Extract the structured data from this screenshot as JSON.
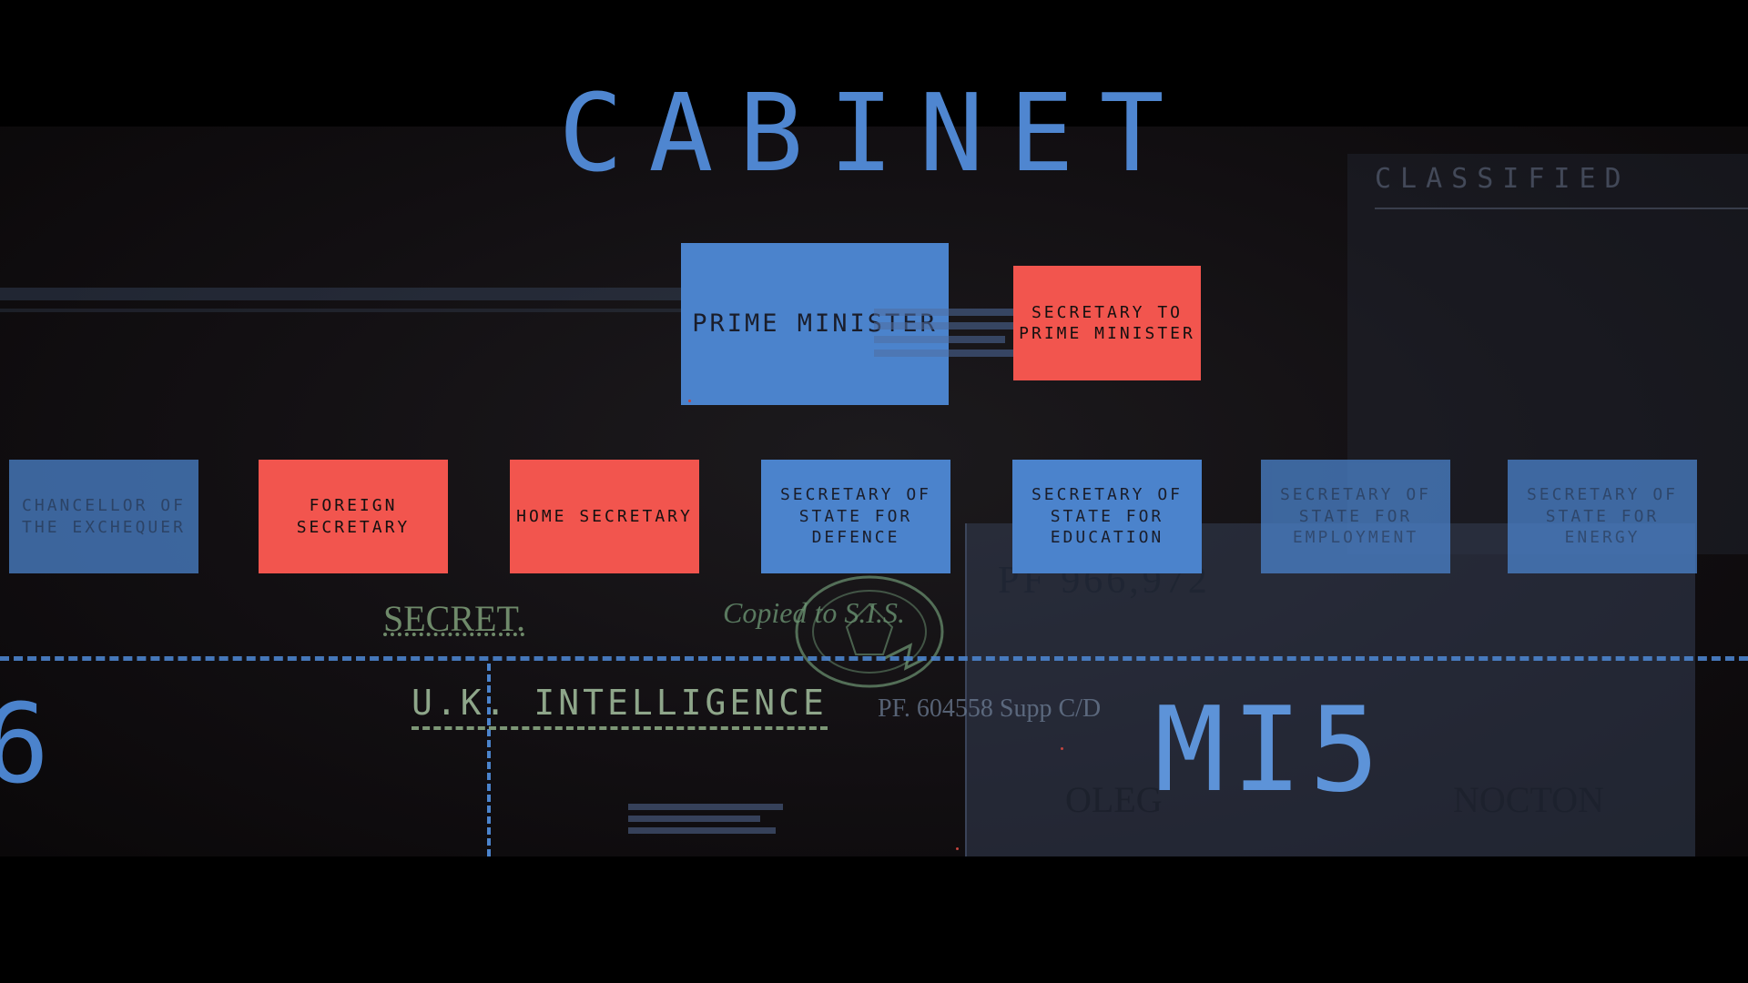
{
  "title": "CABINET",
  "classified_label": "CLASSIFIED",
  "top_row": {
    "prime_minister": "PRIME MINISTER",
    "secretary_to_pm": "SECRETARY TO PRIME MINISTER"
  },
  "second_row": [
    {
      "label": "CHANCELLOR OF THE EXCHEQUER",
      "color": "blue",
      "faded": true
    },
    {
      "label": "FOREIGN SECRETARY",
      "color": "red",
      "faded": false
    },
    {
      "label": "HOME SECRETARY",
      "color": "red",
      "faded": false
    },
    {
      "label": "SECRETARY OF STATE FOR DEFENCE",
      "color": "blue",
      "faded": false
    },
    {
      "label": "SECRETARY OF STATE FOR EDUCATION",
      "color": "blue",
      "faded": false
    },
    {
      "label": "SECRETARY OF STATE FOR EMPLOYMENT",
      "color": "blue",
      "faded": true
    },
    {
      "label": "SECRETARY OF STATE FOR ENERGY",
      "color": "blue",
      "faded": true
    }
  ],
  "intelligence": {
    "secret_stamp": "SECRET.",
    "section_label": "U.K. INTELLIGENCE",
    "left_agency": "6",
    "right_agency": "MI5",
    "pf_number": "PF. 604558 Supp C/D",
    "pf_top": "PF 966,972",
    "copied_note": "Copied to S.I.S.",
    "doc_name_left": "OLEG",
    "doc_name_right": "NOCTON"
  },
  "colors": {
    "blue": "#4b83cc",
    "red": "#f2554e",
    "background": "#120f12"
  }
}
